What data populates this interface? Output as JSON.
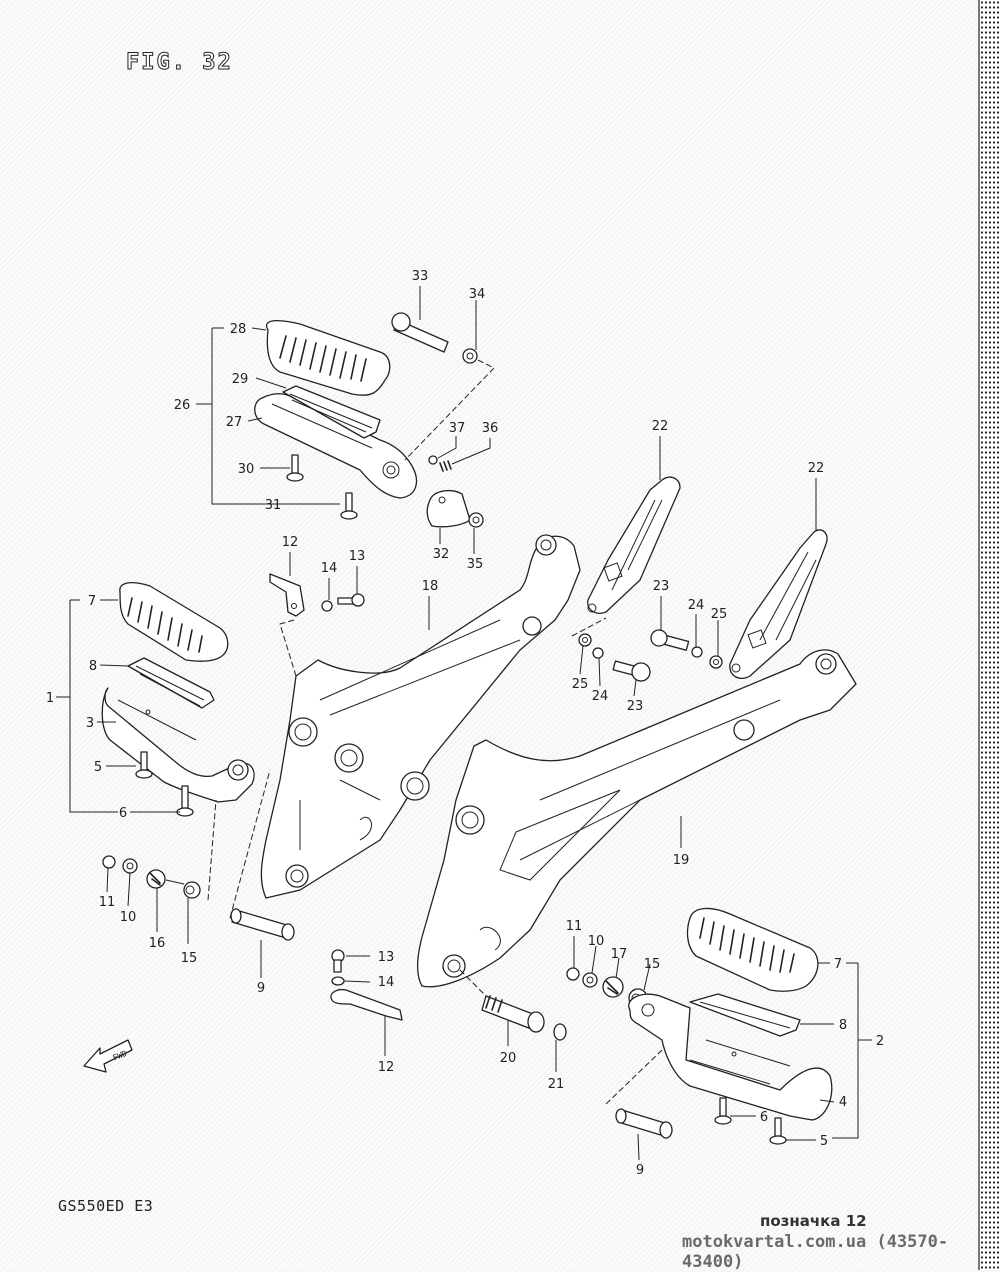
{
  "figure": {
    "title": "FIG. 32",
    "model_code": "GS550ED  E3",
    "forward_arrow_text": "FWD"
  },
  "watermark": {
    "line1": "позначка 12",
    "line2": "motokvartal.com.ua (43570-43400)"
  },
  "callouts": {
    "c33": "33",
    "c34": "34",
    "c28": "28",
    "c29": "29",
    "c26": "26",
    "c27": "27",
    "c37": "37",
    "c36": "36",
    "c30": "30",
    "c31": "31",
    "c32": "32",
    "c35": "35",
    "c22a": "22",
    "c22b": "22",
    "c12a": "12",
    "c14a": "14",
    "c13a": "13",
    "c18": "18",
    "c7a": "7",
    "c8a": "8",
    "c1": "1",
    "c3": "3",
    "c5a": "5",
    "c6a": "6",
    "c23a": "23",
    "c24a": "24",
    "c25a": "25",
    "c25b": "25",
    "c24b": "24",
    "c23b": "23",
    "c11a": "11",
    "c10a": "10",
    "c16": "16",
    "c15a": "15",
    "c9a": "9",
    "c19": "19",
    "c13b": "13",
    "c14b": "14",
    "c12b": "12",
    "c20": "20",
    "c21": "21",
    "c11b": "11",
    "c10b": "10",
    "c17": "17",
    "c15b": "15",
    "c7b": "7",
    "c8b": "8",
    "c2": "2",
    "c4": "4",
    "c6b": "6",
    "c5b": "5",
    "c9b": "9"
  }
}
